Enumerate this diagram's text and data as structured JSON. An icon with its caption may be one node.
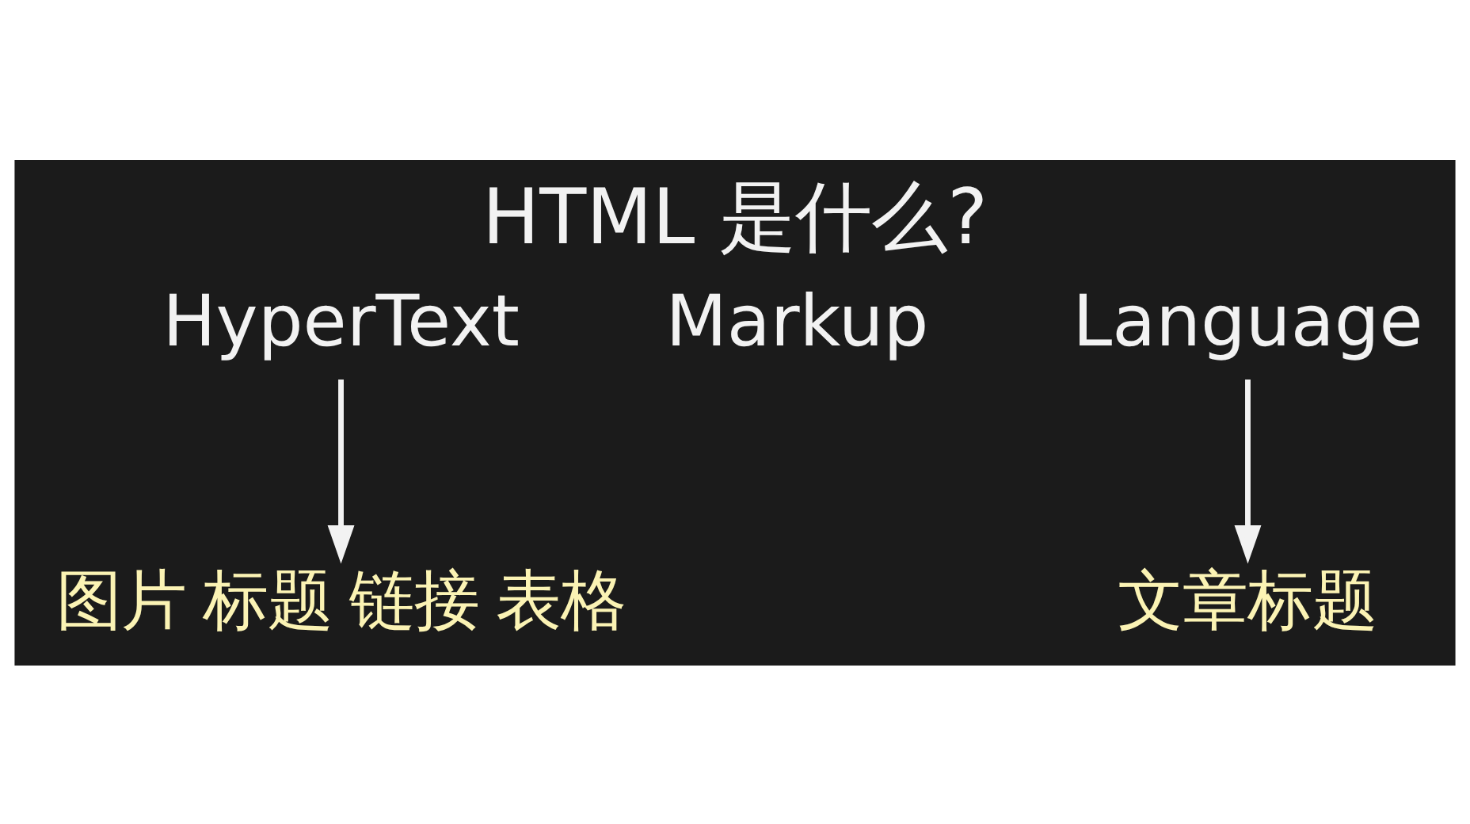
{
  "diagram": {
    "title": "HTML 是什么?",
    "nodes": [
      {
        "text": [
          "HyperText"
        ]
      },
      {
        "text": [
          "Markup"
        ]
      },
      {
        "text": [
          "Language"
        ]
      },
      {
        "text": [
          "图片 标题 链接 表格"
        ]
      },
      {
        "text": [
          "文章标题"
        ]
      }
    ],
    "edges": [
      {
        "from": 0,
        "to": 3,
        "arrow": "to"
      },
      {
        "from": 2,
        "to": 4,
        "arrow": "to"
      }
    ]
  }
}
